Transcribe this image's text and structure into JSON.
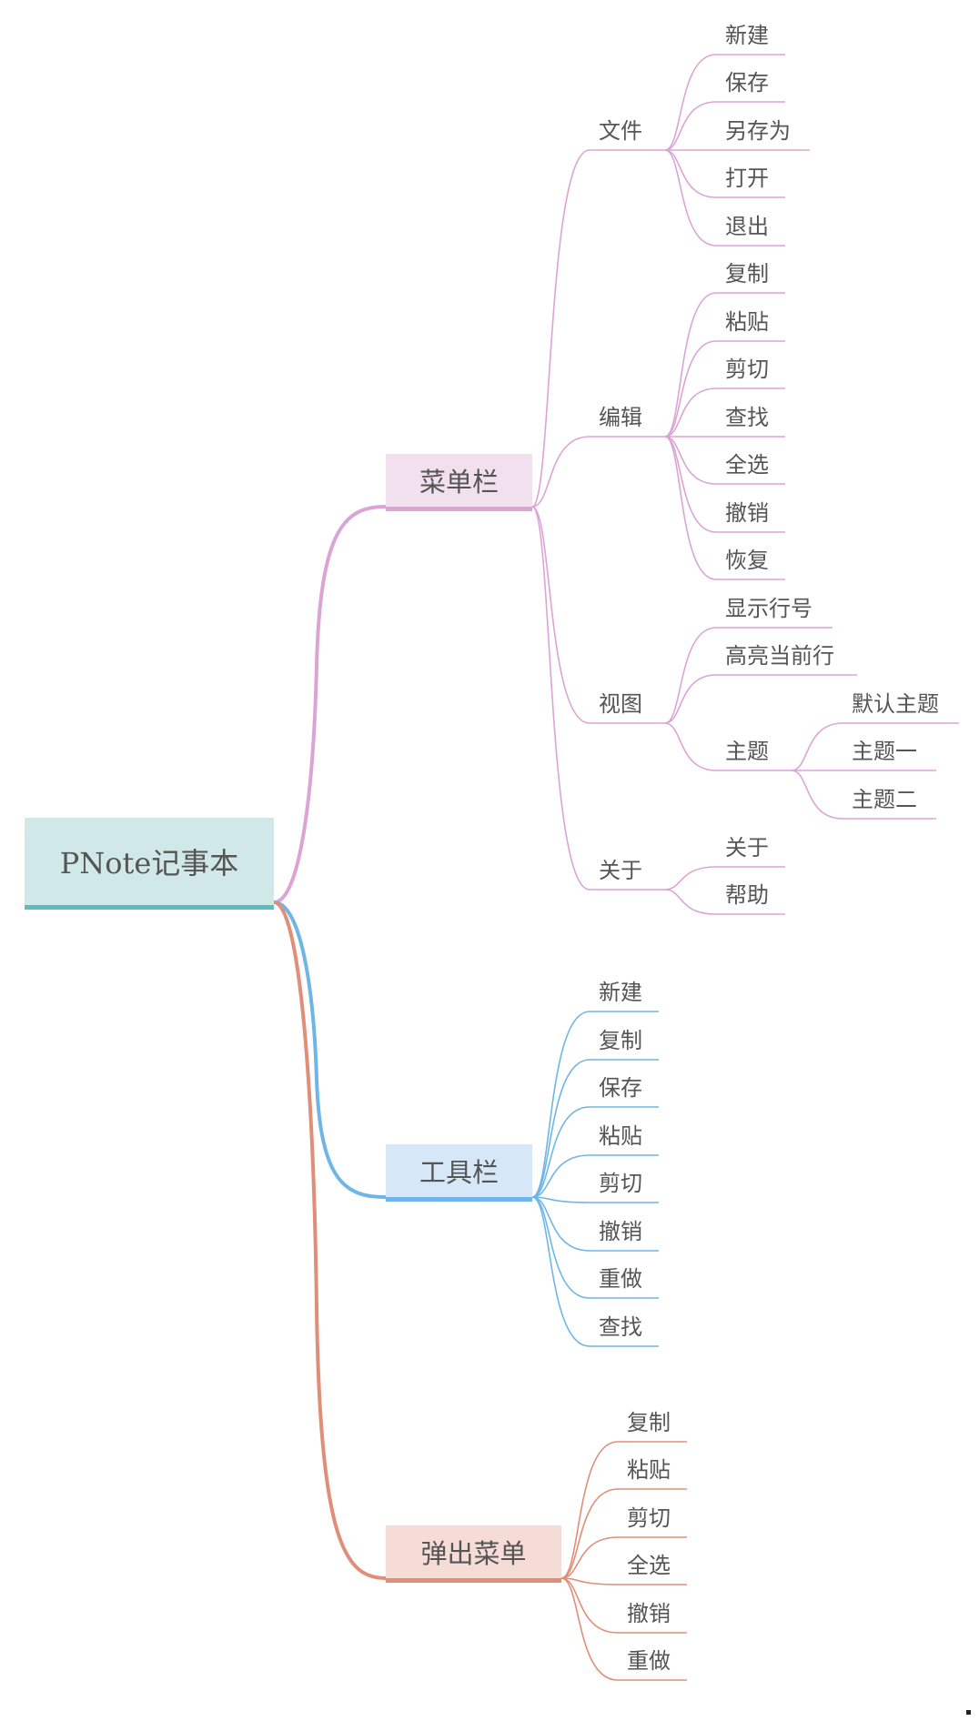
{
  "root": {
    "label": "PNote记事本",
    "color": "#d0e8e8",
    "accent": "#5bbdbd"
  },
  "branches": [
    {
      "label": "菜单栏",
      "color": "#f2e0ef",
      "accent": "#dba4d5",
      "children": [
        {
          "label": "文件",
          "children": [
            {
              "label": "新建"
            },
            {
              "label": "保存"
            },
            {
              "label": "另存为"
            },
            {
              "label": "打开"
            },
            {
              "label": "退出"
            }
          ]
        },
        {
          "label": "编辑",
          "children": [
            {
              "label": "复制"
            },
            {
              "label": "粘贴"
            },
            {
              "label": "剪切"
            },
            {
              "label": "查找"
            },
            {
              "label": "全选"
            },
            {
              "label": "撤销"
            },
            {
              "label": "恢复"
            }
          ]
        },
        {
          "label": "视图",
          "children": [
            {
              "label": "显示行号"
            },
            {
              "label": "高亮当前行"
            },
            {
              "label": "主题",
              "children": [
                {
                  "label": "默认主题"
                },
                {
                  "label": "主题一"
                },
                {
                  "label": "主题二"
                }
              ]
            }
          ]
        },
        {
          "label": "关于",
          "children": [
            {
              "label": "关于"
            },
            {
              "label": "帮助"
            }
          ]
        }
      ]
    },
    {
      "label": "工具栏",
      "color": "#d6e8f7",
      "accent": "#6fb6e6",
      "children": [
        {
          "label": "新建"
        },
        {
          "label": "复制"
        },
        {
          "label": "保存"
        },
        {
          "label": "粘贴"
        },
        {
          "label": "剪切"
        },
        {
          "label": "撤销"
        },
        {
          "label": "重做"
        },
        {
          "label": "查找"
        }
      ]
    },
    {
      "label": "弹出菜单",
      "color": "#f6dcd6",
      "accent": "#e08e78",
      "children": [
        {
          "label": "复制"
        },
        {
          "label": "粘贴"
        },
        {
          "label": "剪切"
        },
        {
          "label": "全选"
        },
        {
          "label": "撤销"
        },
        {
          "label": "重做"
        }
      ]
    }
  ]
}
